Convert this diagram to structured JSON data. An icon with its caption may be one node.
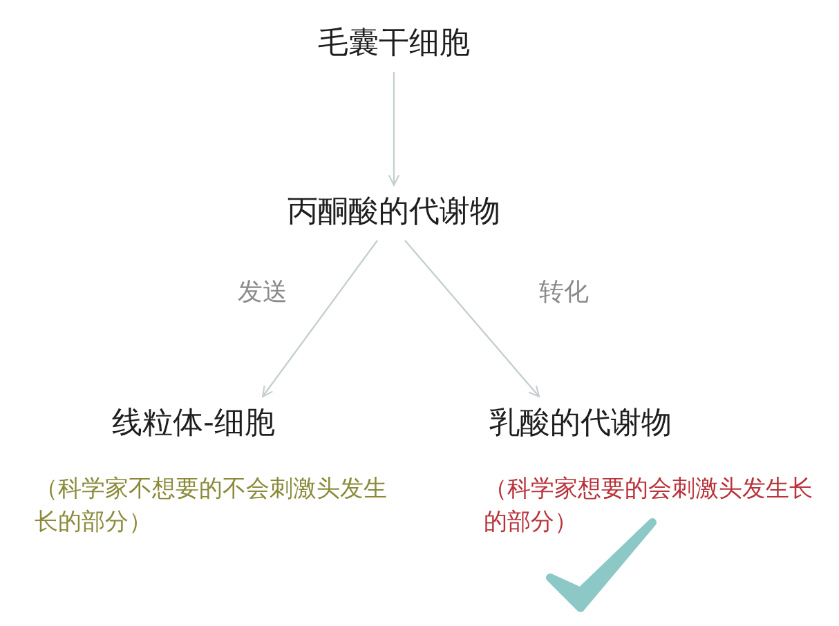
{
  "diagram": {
    "nodes": [
      {
        "text": [
          "毛囊干细胞"
        ]
      },
      {
        "text": [
          "丙酮酸的代谢物"
        ]
      },
      {
        "text": [
          "线粒体-细胞"
        ],
        "beside": [
          "（科学家不想要的不会刺激头发生长的部分）"
        ]
      },
      {
        "text": [
          "乳酸的代谢物"
        ],
        "beside": [
          "（科学家想要的会刺激头发生长的部分）"
        ]
      }
    ],
    "edges": [
      {
        "from": 0,
        "to": 1,
        "arrow": "to"
      },
      {
        "from": 1,
        "to": 2,
        "arrow": "to",
        "label": "发送"
      },
      {
        "from": 1,
        "to": 3,
        "arrow": "to",
        "label": "转化"
      }
    ]
  }
}
